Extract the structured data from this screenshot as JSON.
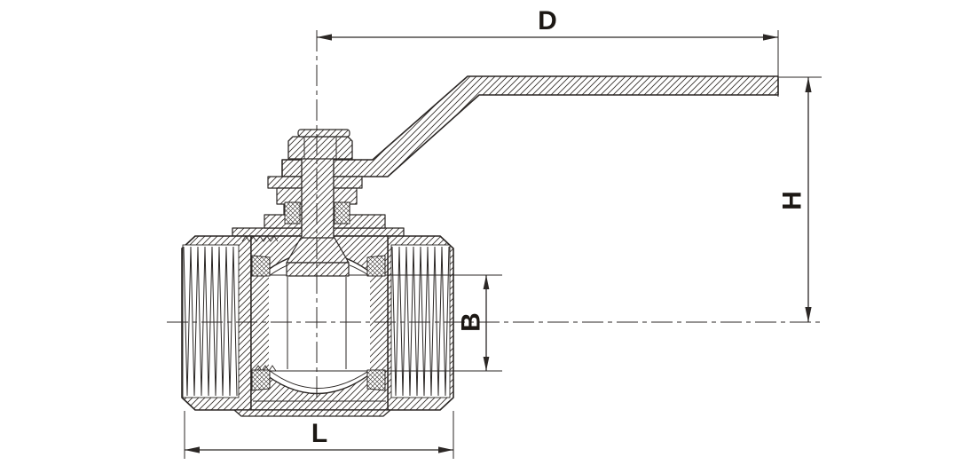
{
  "drawing": {
    "labels": {
      "d": "D",
      "h": "H",
      "b": "B",
      "l": "L"
    },
    "colors": {
      "line": "#2b2725",
      "background": "#ffffff"
    }
  }
}
